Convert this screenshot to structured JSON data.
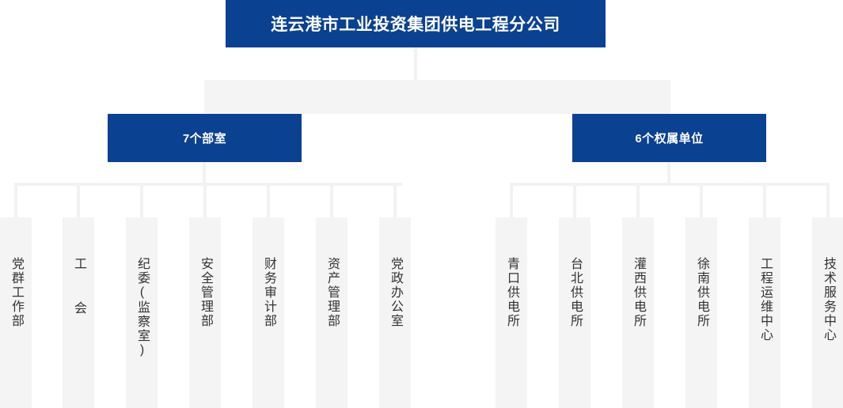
{
  "chart": {
    "type": "org-chart",
    "root": {
      "label": "连云港市工业投资集团供电工程分公司"
    },
    "groups": [
      {
        "label": "7个部室",
        "count": 7,
        "children": [
          {
            "label": "党群工作部"
          },
          {
            "label": "工  会"
          },
          {
            "label": "纪委(监察室)"
          },
          {
            "label": "安全管理部"
          },
          {
            "label": "财务审计部"
          },
          {
            "label": "资产管理部"
          },
          {
            "label": "党政办公室"
          }
        ]
      },
      {
        "label": "6个权属单位",
        "count": 6,
        "children": [
          {
            "label": "青口供电所"
          },
          {
            "label": "台北供电所"
          },
          {
            "label": "灌西供电所"
          },
          {
            "label": "徐南供电所"
          },
          {
            "label": "工程运维中心"
          },
          {
            "label": "技术服务中心"
          }
        ]
      }
    ],
    "colors": {
      "box_blue": "#0b4191",
      "box_text": "#ffffff",
      "leaf_bg": "#f4f4f4",
      "leaf_text": "#333333",
      "connector": "#f2f2f2",
      "page_bg": "#ffffff"
    }
  }
}
